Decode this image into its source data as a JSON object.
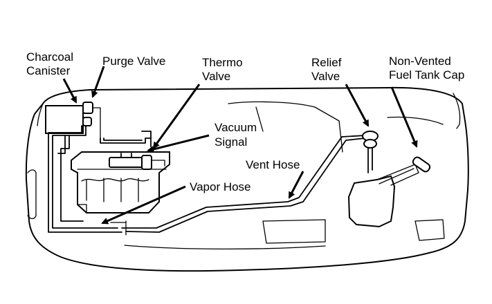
{
  "labels": {
    "charcoal_canister": [
      "Charcoal",
      "Canister"
    ],
    "purge_valve": "Purge Valve",
    "thermo_valve": [
      "Thermo",
      "Valve"
    ],
    "vacuum_signal": [
      "Vacuum",
      "Signal"
    ],
    "vent_hose": "Vent Hose",
    "vapor_hose": "Vapor Hose",
    "relief_valve": [
      "Relief",
      "Valve"
    ],
    "fuel_tank_cap": [
      "Non-Vented",
      "Fuel Tank Cap"
    ]
  }
}
